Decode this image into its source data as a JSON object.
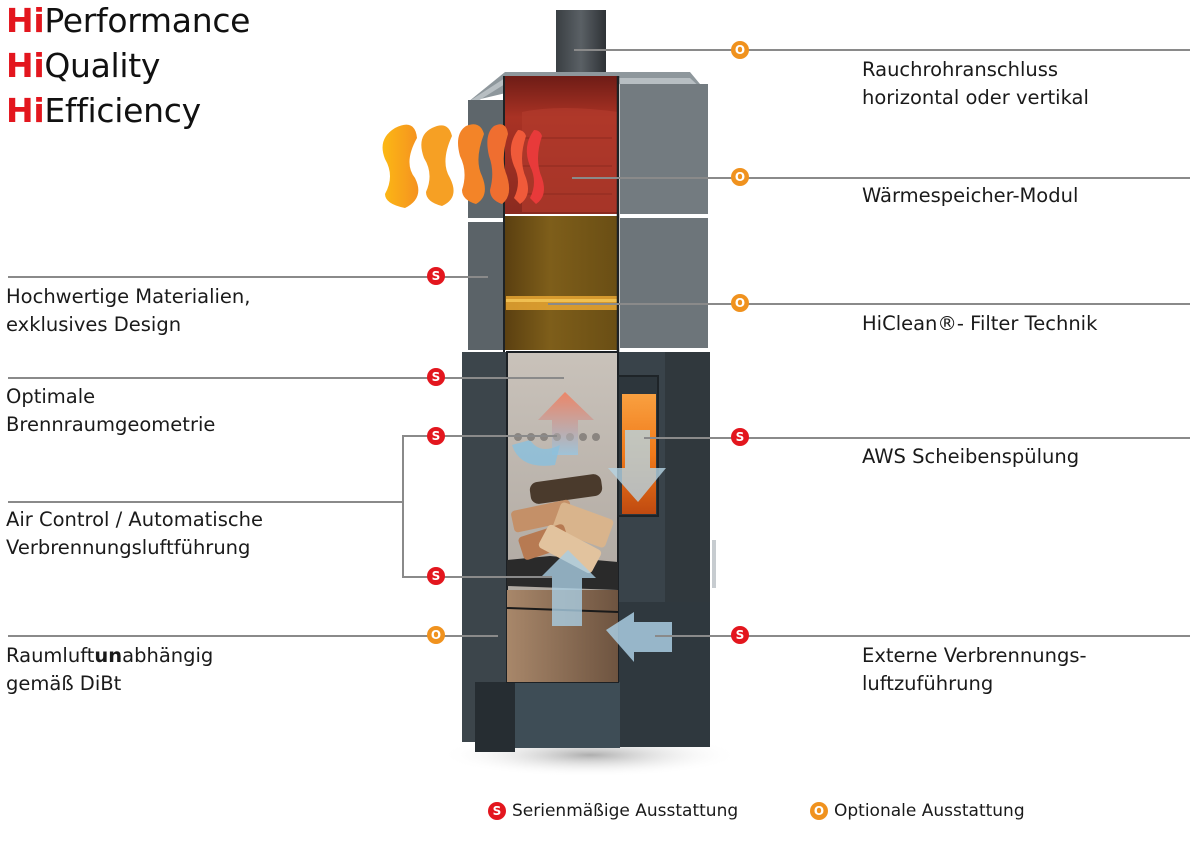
{
  "headlines": [
    {
      "prefix": "Hi",
      "rest": "Performance"
    },
    {
      "prefix": "Hi",
      "rest": "Quality"
    },
    {
      "prefix": "Hi",
      "rest": "Efficiency"
    }
  ],
  "marker_letters": {
    "standard": "S",
    "optional": "O"
  },
  "colors": {
    "standard": "#e3161e",
    "optional": "#f0921e",
    "leader_line": "#8a8a8a"
  },
  "right_features": [
    {
      "lines": [
        "Rauchrohranschluss",
        "horizontal oder vertikal"
      ],
      "type": "optional"
    },
    {
      "lines": [
        "Wärmespeicher-Modul"
      ],
      "type": "optional"
    },
    {
      "lines": [
        "HiClean®- Filter Technik"
      ],
      "type": "optional"
    },
    {
      "lines": [
        "AWS Scheibenspülung"
      ],
      "type": "standard"
    },
    {
      "lines": [
        "Externe Verbrennungs-",
        "luftzuführung"
      ],
      "type": "standard"
    }
  ],
  "left_features": [
    {
      "lines": [
        "Hochwertige Materialien,",
        "exklusives Design"
      ],
      "type": "standard"
    },
    {
      "lines": [
        "Optimale",
        "Brennraumgeometrie"
      ],
      "type": "standard"
    },
    {
      "lines": [
        "Air Control / Automatische",
        "Verbrennungsluftführung"
      ],
      "type": "standard"
    },
    {
      "line1_pre": "Raumluft",
      "line1_bold": "un",
      "line1_post": "abhängig",
      "line2": "gemäß DiBt",
      "type": "optional"
    }
  ],
  "legend": {
    "standard_label": "Serienmäßige Ausstattung",
    "optional_label": "Optionale Ausstattung"
  }
}
